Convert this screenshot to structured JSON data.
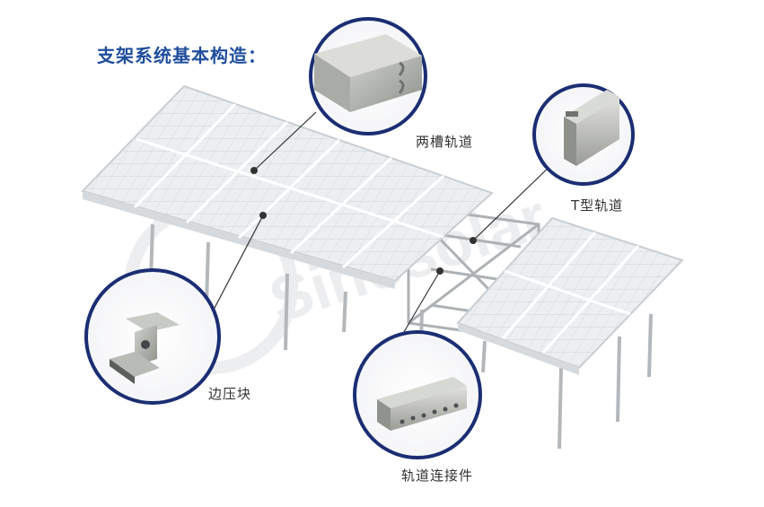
{
  "title": "支架系统基本构造：",
  "callouts": {
    "double_groove_rail": "两槽轨道",
    "t_rail": "T型轨道",
    "edge_clamp": "边压块",
    "rail_connector": "轨道连接件"
  },
  "watermark": "Sinosolar",
  "colors": {
    "title": "#1f4e9c",
    "circle_border": "#1b2e73",
    "panel_fill": "#e7eaec",
    "panel_line": "#c9ced2",
    "leader_line": "#333333"
  },
  "icons": [
    "double-groove-rail-icon",
    "t-rail-icon",
    "edge-clamp-icon",
    "rail-connector-icon"
  ]
}
